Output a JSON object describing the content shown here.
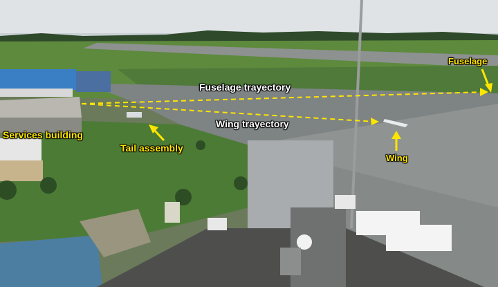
{
  "photo": {
    "description_colors": {
      "sky": "#dfe3e6",
      "grass": "#4f7a3a",
      "tarmac": "#8a8d8c",
      "annotation_yellow": "#ffe600",
      "annotation_white": "#ffffff"
    }
  },
  "annotations": {
    "fuselage": "Fuselage",
    "fuselage_trajectory": "Fuselage trayectory",
    "wing_trajectory": "Wing trayectory",
    "services_building": "Services building",
    "tail_assembly": "Tail assembly",
    "wing": "Wing"
  }
}
